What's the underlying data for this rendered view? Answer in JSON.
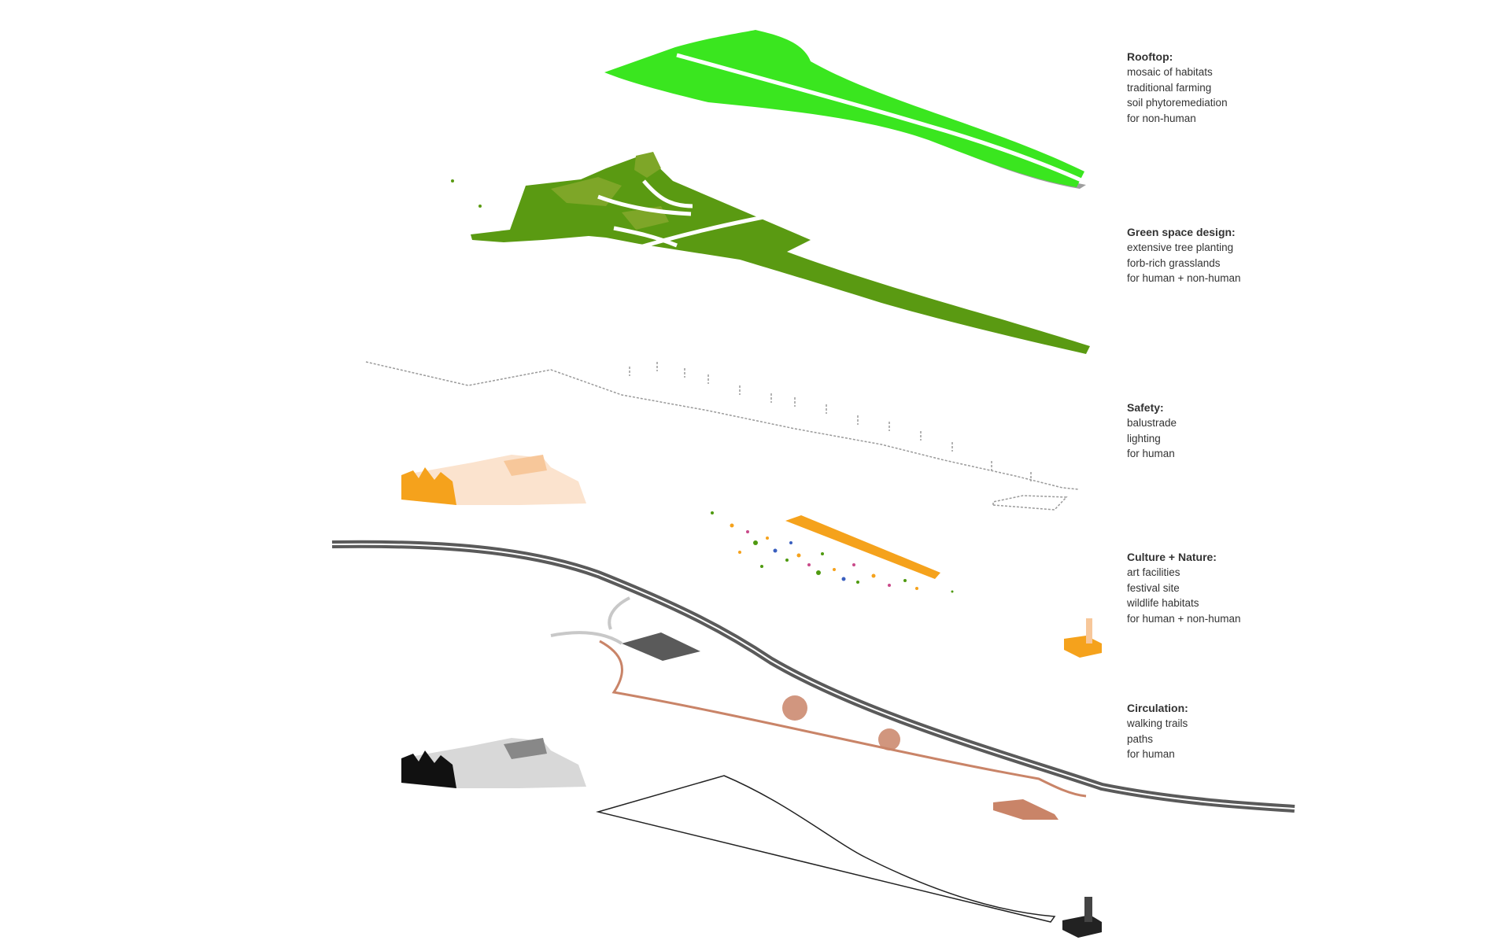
{
  "layers": [
    {
      "title": "Rooftop:",
      "items": [
        "mosaic of habitats",
        "traditional farming",
        "soil phytoremediation",
        "for non-human"
      ],
      "color": "#35e81c"
    },
    {
      "title": "Green space design:",
      "items": [
        "extensive tree planting",
        "forb-rich grasslands",
        "for human + non-human"
      ],
      "color": "#4f9a10"
    },
    {
      "title": "Safety:",
      "items": [
        "balustrade",
        "lighting",
        "for human"
      ],
      "color": "#9a9a9a"
    },
    {
      "title": "Culture + Nature:",
      "items": [
        "art facilities",
        "festival site",
        "wildlife habitats",
        "for human + non-human"
      ],
      "color": "#f5a21c"
    },
    {
      "title": "Circulation:",
      "items": [
        "walking trails",
        "paths",
        "for human"
      ],
      "color": "#c98468"
    }
  ],
  "road_color": "#5a5a5a",
  "outline_color": "#222222"
}
